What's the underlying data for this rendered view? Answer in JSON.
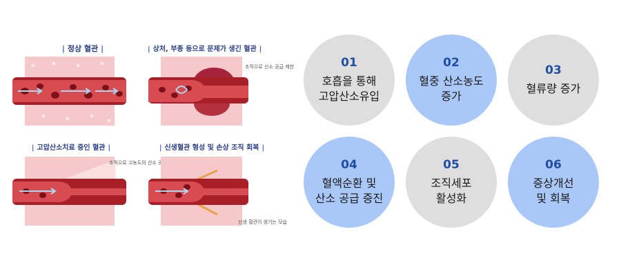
{
  "panels": [
    {
      "title": "정상 혈관",
      "notes": []
    },
    {
      "title": "상처, 부종 등으로 문제가 생긴 혈관",
      "notes": [
        "조직으로\n산소 공급 제한"
      ]
    },
    {
      "title": "고압산소치료 중인 혈관",
      "notes": [
        "조직으로\n고농도의 산소 공급"
      ]
    },
    {
      "title": "신생혈관 형성 및 손상 조직 회복",
      "notes": [
        "신생 혈관이 생기는 모습"
      ]
    }
  ],
  "steps": [
    {
      "num": "01",
      "label": "호흡을 통해\n고압산소유입",
      "style": "gray"
    },
    {
      "num": "02",
      "label": "혈중 산소농도\n증가",
      "style": "blue"
    },
    {
      "num": "03",
      "label": "혈류량 증가",
      "style": "gray"
    },
    {
      "num": "04",
      "label": "혈액순환 및\n산소 공급 증진",
      "style": "blue"
    },
    {
      "num": "05",
      "label": "조직세포\n활성화",
      "style": "gray"
    },
    {
      "num": "06",
      "label": "증상개선\n및 회복",
      "style": "blue"
    }
  ],
  "colors": {
    "number": "#1f4ea3",
    "blue_circle": "#a9c8f7",
    "gray_circle": "#dedede",
    "tissue": "#f3c3c3",
    "vessel": "#b8242b"
  }
}
